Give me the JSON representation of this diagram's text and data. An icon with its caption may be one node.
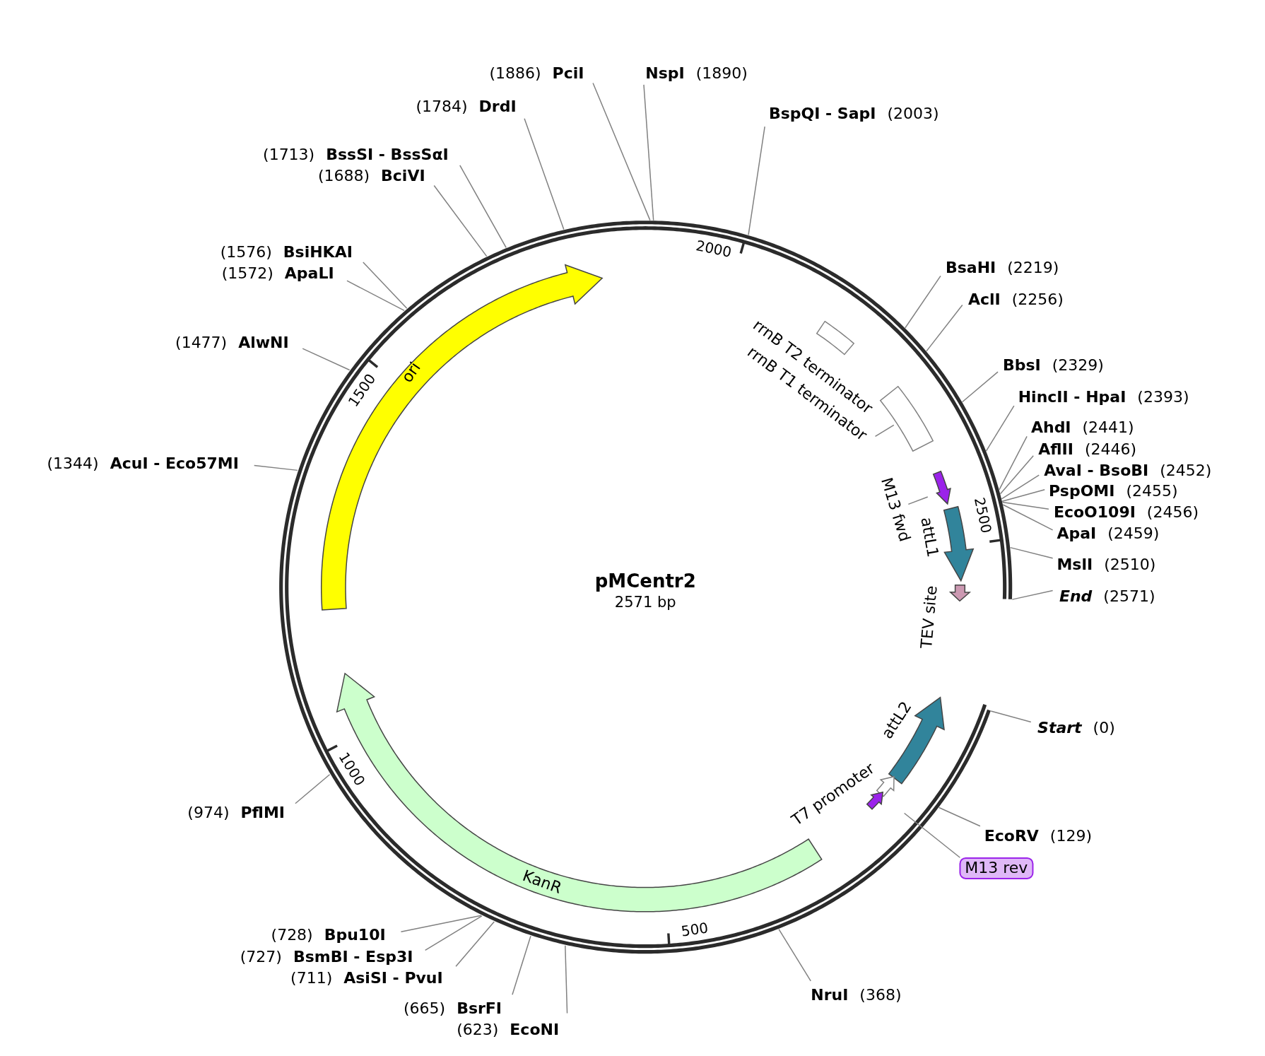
{
  "diagram": {
    "nodes": [
      {
        "text": [
          "pMCentr2",
          "2571 bp"
        ]
      },
      {
        "text": [
          "ori"
        ],
        "in": 0
      },
      {
        "text": [],
        "shape": "box",
        "beside": [
          "rrnB T2 terminator"
        ],
        "in": 0
      },
      {
        "text": [],
        "shape": "box",
        "in": 0
      },
      {
        "text": [
          "rrnB T1 terminator"
        ],
        "in": 0
      },
      {
        "text": [],
        "shape": "arrow",
        "in": 0
      },
      {
        "text": [
          "M13 fwd"
        ],
        "in": 0
      },
      {
        "text": [],
        "shape": "arrow",
        "beside": [
          "attL1"
        ],
        "in": 0
      },
      {
        "text": [],
        "shape": "arrow",
        "beside": [
          "TEV site"
        ],
        "in": 0
      },
      {
        "text": [],
        "shape": "arrow",
        "beside": [
          "attL2"
        ],
        "in": 0
      },
      {
        "text": [],
        "shape": "arrow",
        "beside": [
          "T7 promoter"
        ],
        "in": 0
      },
      {
        "text": [],
        "shape": "arrow",
        "in": 0
      },
      {
        "text": [
          "KanR"
        ],
        "in": 0
      },
      {
        "text": [
          "M13 rev"
        ]
      },
      {
        "text": [
          "(1886)",
          "PciI"
        ]
      },
      {
        "text": [
          "NspI",
          "(1890)"
        ]
      },
      {
        "text": [
          "(1784)",
          "DrdI"
        ]
      },
      {
        "text": [
          "BspQI - SapI",
          "(2003)"
        ]
      },
      {
        "text": [
          "(1713)",
          "BssSI - BssSαI"
        ]
      },
      {
        "text": [
          "(1688)",
          "BciVI"
        ]
      },
      {
        "text": [
          "(1576)",
          "BsiHKAI"
        ]
      },
      {
        "text": [
          "(1572)",
          "ApaLI"
        ]
      },
      {
        "text": [
          "BsaHI",
          "(2219)"
        ]
      },
      {
        "text": [
          "AclI",
          "(2256)"
        ]
      },
      {
        "text": [
          "(1477)",
          "AlwNI"
        ]
      },
      {
        "text": [
          "BbsI",
          "(2329)"
        ]
      },
      {
        "text": [
          "HincII - HpaI",
          "(2393)"
        ]
      },
      {
        "text": [
          "AhdI",
          "(2441)"
        ]
      },
      {
        "text": [
          "AflII",
          "(2446)"
        ]
      },
      {
        "text": [
          "AvaI - BsoBI",
          "(2452)"
        ]
      },
      {
        "text": [
          "PspOMI",
          "(2455)"
        ]
      },
      {
        "text": [
          "EcoO109I",
          "(2456)"
        ]
      },
      {
        "text": [
          "(1344)",
          "AcuI - Eco57MI"
        ]
      },
      {
        "text": [
          "ApaI",
          "(2459)"
        ]
      },
      {
        "text": [
          "MslI",
          "(2510)"
        ]
      },
      {
        "text": [
          "End",
          "(2571)"
        ]
      },
      {
        "text": [
          "Start",
          "(0)"
        ]
      },
      {
        "text": [
          "(974)",
          "PflMI"
        ]
      },
      {
        "text": [
          "EcoRV",
          "(129)"
        ]
      },
      {
        "text": [
          "(728)",
          "Bpu10I"
        ]
      },
      {
        "text": [
          "(727)",
          "BsmBI - Esp3I"
        ]
      },
      {
        "text": [
          "(711)",
          "AsiSI - PvuI"
        ]
      },
      {
        "text": [
          "NruI",
          "(368)"
        ]
      },
      {
        "text": [
          "(665)",
          "BsrFI"
        ]
      },
      {
        "text": [
          "(623)",
          "EcoNI"
        ]
      }
    ],
    "edges": [
      {
        "from": 4,
        "to": 3,
        "arrow": "none"
      },
      {
        "from": 6,
        "to": 5,
        "arrow": "none"
      },
      {
        "from": 13,
        "to": 11,
        "arrow": "none"
      },
      {
        "from": 14,
        "to": 0,
        "arrow": "none"
      },
      {
        "from": 15,
        "to": 0,
        "arrow": "none"
      },
      {
        "from": 16,
        "to": 0,
        "arrow": "none"
      },
      {
        "from": 17,
        "to": 0,
        "arrow": "none"
      },
      {
        "from": 18,
        "to": 0,
        "arrow": "none"
      },
      {
        "from": 19,
        "to": 0,
        "arrow": "none"
      },
      {
        "from": 20,
        "to": 0,
        "arrow": "none"
      },
      {
        "from": 21,
        "to": 0,
        "arrow": "none"
      },
      {
        "from": 22,
        "to": 0,
        "arrow": "none"
      },
      {
        "from": 23,
        "to": 0,
        "arrow": "none"
      },
      {
        "from": 24,
        "to": 0,
        "arrow": "none"
      },
      {
        "from": 25,
        "to": 0,
        "arrow": "none"
      },
      {
        "from": 26,
        "to": 0,
        "arrow": "none"
      },
      {
        "from": 27,
        "to": 0,
        "arrow": "none"
      },
      {
        "from": 28,
        "to": 0,
        "arrow": "none"
      },
      {
        "from": 29,
        "to": 0,
        "arrow": "none"
      },
      {
        "from": 30,
        "to": 0,
        "arrow": "none"
      },
      {
        "from": 31,
        "to": 0,
        "arrow": "none"
      },
      {
        "from": 32,
        "to": 0,
        "arrow": "none"
      },
      {
        "from": 33,
        "to": 0,
        "arrow": "none"
      },
      {
        "from": 34,
        "to": 0,
        "arrow": "none"
      },
      {
        "from": 35,
        "to": 0,
        "arrow": "none"
      },
      {
        "from": 36,
        "to": 0,
        "arrow": "none"
      },
      {
        "from": 37,
        "to": 0,
        "arrow": "none"
      },
      {
        "from": 38,
        "to": 0,
        "arrow": "none"
      },
      {
        "from": 39,
        "to": 0,
        "arrow": "none"
      },
      {
        "from": 40,
        "to": 0,
        "arrow": "none"
      },
      {
        "from": 41,
        "to": 0,
        "arrow": "none"
      },
      {
        "from": 42,
        "to": 0,
        "arrow": "none"
      },
      {
        "from": 43,
        "to": 0,
        "arrow": "none"
      },
      {
        "from": 44,
        "to": 0,
        "arrow": "none"
      }
    ],
    "labels": [
      "2000",
      "1500",
      "2500",
      "1000",
      "500"
    ]
  }
}
